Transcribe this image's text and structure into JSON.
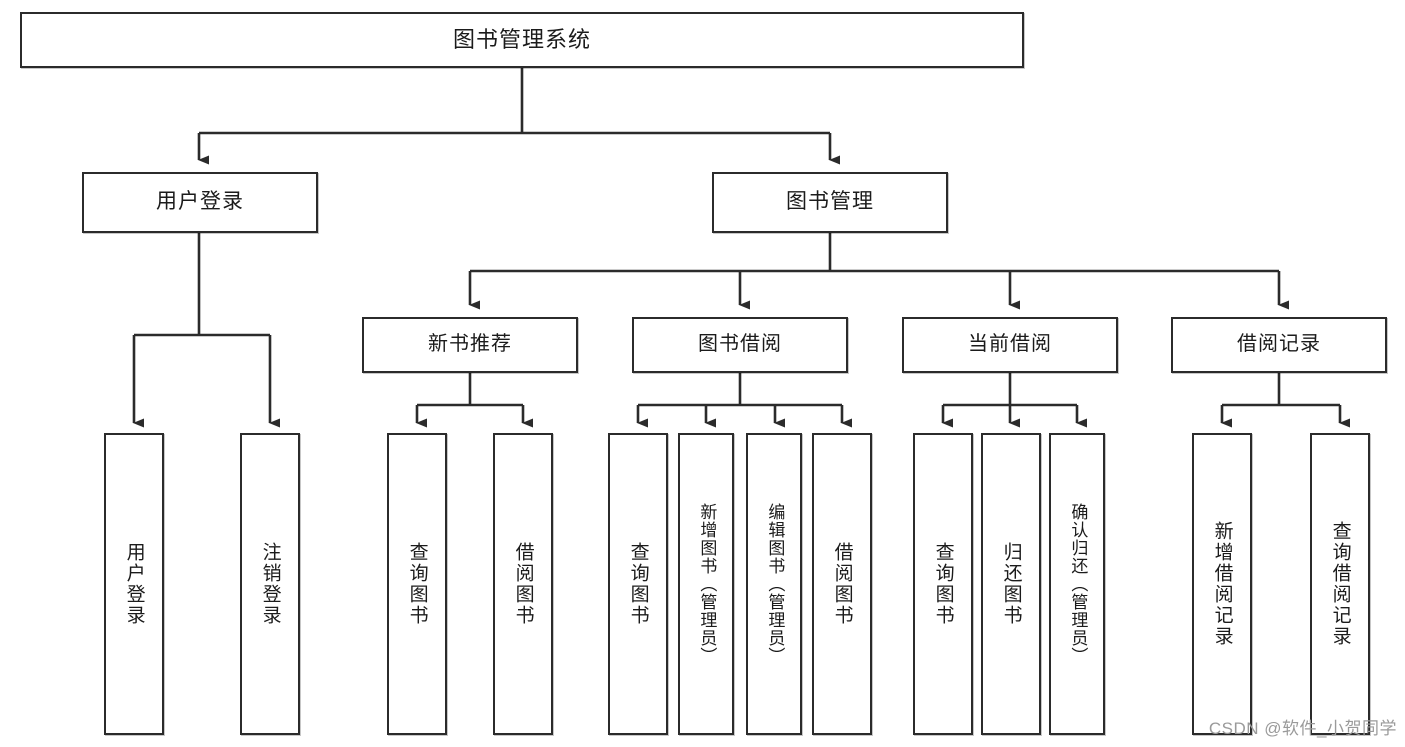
{
  "diagram": {
    "title": "图书管理系统",
    "type": "hierarchy-tree",
    "watermark": "CSDN @软件_小贺同学",
    "colors": {
      "stroke": "#2b2b2b",
      "fill": "#ffffff",
      "text": "#1b1b1b",
      "watermark": "#9a9a9a"
    },
    "nodes": {
      "root": {
        "label": "图书管理系统"
      },
      "level2": [
        {
          "id": "user-login",
          "label": "用户登录"
        },
        {
          "id": "book-manage",
          "label": "图书管理"
        }
      ],
      "level3": [
        {
          "id": "new-book-recommend",
          "label": "新书推荐"
        },
        {
          "id": "book-borrow",
          "label": "图书借阅"
        },
        {
          "id": "current-borrow",
          "label": "当前借阅"
        },
        {
          "id": "borrow-record",
          "label": "借阅记录"
        }
      ],
      "leaves": {
        "user-login": [
          {
            "id": "leaf-user-login",
            "label": "用户登录"
          },
          {
            "id": "leaf-logout-login",
            "label": "注销登录"
          }
        ],
        "new-book-recommend": [
          {
            "id": "leaf-query-book-1",
            "label": "查询图书"
          },
          {
            "id": "leaf-borrow-book-1",
            "label": "借阅图书"
          }
        ],
        "book-borrow": [
          {
            "id": "leaf-query-book-2",
            "label": "查询图书"
          },
          {
            "id": "leaf-add-book-admin",
            "label": "新增图书（管理员）"
          },
          {
            "id": "leaf-edit-book-admin",
            "label": "编辑图书（管理员）"
          },
          {
            "id": "leaf-borrow-book-2",
            "label": "借阅图书"
          }
        ],
        "current-borrow": [
          {
            "id": "leaf-query-book-3",
            "label": "查询图书"
          },
          {
            "id": "leaf-return-book",
            "label": "归还图书"
          },
          {
            "id": "leaf-confirm-return-admin",
            "label": "确认归还（管理员）"
          }
        ],
        "borrow-record": [
          {
            "id": "leaf-add-borrow-record",
            "label": "新增借阅记录"
          },
          {
            "id": "leaf-query-borrow-record",
            "label": "查询借阅记录"
          }
        ]
      }
    }
  }
}
